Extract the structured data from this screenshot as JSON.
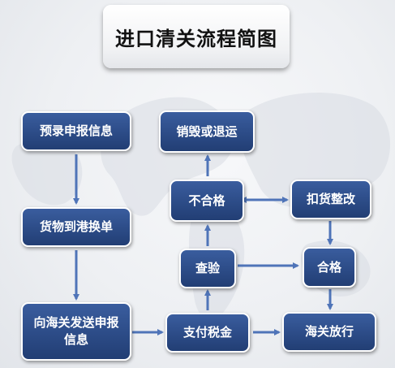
{
  "title": "进口清关流程简图",
  "nodes": {
    "pre_declare": "预录申报信息",
    "cargo_exchange": "货物到港换单",
    "customs_declare": "向海关发送申报信息",
    "pay_tax": "支付税金",
    "inspection": "查验",
    "unqualified": "不合格",
    "destroy_return": "销毁或退运",
    "detain": "扣货整改",
    "qualified": "合格",
    "release": "海关放行"
  },
  "colors": {
    "node_fill": "#2b4a85",
    "node_border": "#ffffff",
    "arrow": "#4f74b8",
    "title_text": "#111111"
  }
}
